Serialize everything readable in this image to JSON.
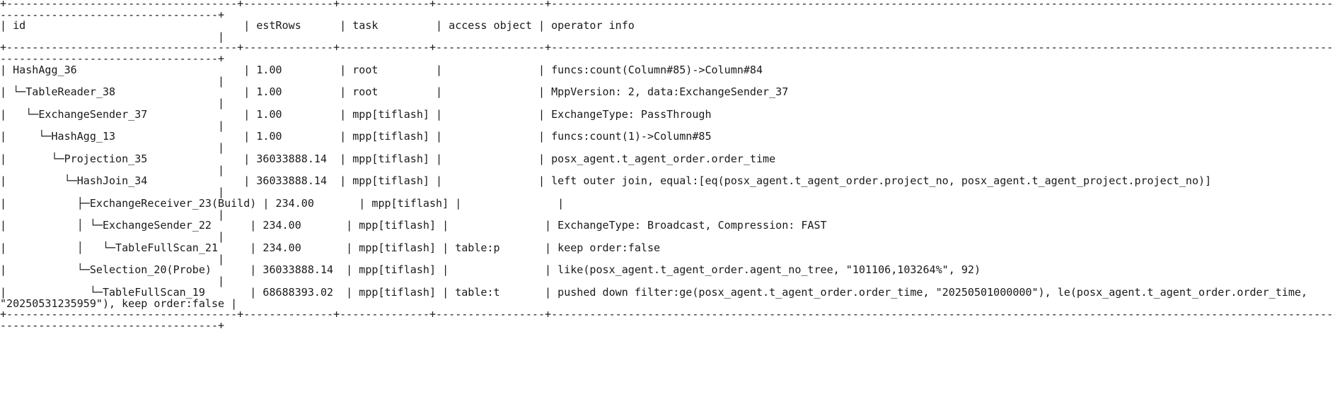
{
  "terminal": {
    "lines": [
      "+------------------------------------+--------------+--------------+-----------------+-------------------------------------------------------------------------------------------------------------------------------------------------------------------+",
      "----------------------------------+",
      "| id                                  | estRows      | task         | access object | operator info",
      "                                  |",
      "+------------------------------------+--------------+--------------+-----------------+-------------------------------------------------------------------------------------------------------------------------------------------------------------------+",
      "----------------------------------+",
      "| HashAgg_36                          | 1.00         | root         |               | funcs:count(Column#85)->Column#84",
      "                                  |",
      "| └─TableReader_38                    | 1.00         | root         |               | MppVersion: 2, data:ExchangeSender_37",
      "                                  |",
      "|   └─ExchangeSender_37               | 1.00         | mpp[tiflash] |               | ExchangeType: PassThrough",
      "                                  |",
      "|     └─HashAgg_13                    | 1.00         | mpp[tiflash] |               | funcs:count(1)->Column#85",
      "                                  |",
      "|       └─Projection_35               | 36033888.14  | mpp[tiflash] |               | posx_agent.t_agent_order.order_time",
      "                                  |",
      "|         └─HashJoin_34               | 36033888.14  | mpp[tiflash] |               | left outer join, equal:[eq(posx_agent.t_agent_order.project_no, posx_agent.t_agent_project.project_no)]",
      "                                  |",
      "|           ├─ExchangeReceiver_23(Build) | 234.00       | mpp[tiflash] |               |",
      "                                  |",
      "|           │ └─ExchangeSender_22      | 234.00       | mpp[tiflash] |               | ExchangeType: Broadcast, Compression: FAST",
      "                                  |",
      "|           │   └─TableFullScan_21     | 234.00       | mpp[tiflash] | table:p       | keep order:false",
      "                                  |",
      "|           └─Selection_20(Probe)      | 36033888.14  | mpp[tiflash] |               | like(posx_agent.t_agent_order.agent_no_tree, \"101106,103264%\", 92)",
      "                                  |",
      "|             └─TableFullScan_19       | 68688393.02  | mpp[tiflash] | table:t       | pushed down filter:ge(posx_agent.t_agent_order.order_time, \"20250501000000\"), le(posx_agent.t_agent_order.order_time,",
      "\"20250531235959\"), keep order:false |",
      "+------------------------------------+--------------+--------------+-----------------+-------------------------------------------------------------------------------------------------------------------------------------------------------------------+",
      "----------------------------------+"
    ]
  }
}
